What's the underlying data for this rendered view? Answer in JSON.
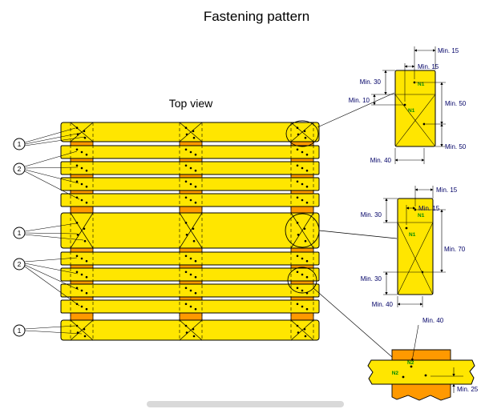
{
  "title": "Fastening pattern",
  "top_view_label": "Top view",
  "callouts": [
    {
      "n": "1"
    },
    {
      "n": "2"
    },
    {
      "n": "1"
    },
    {
      "n": "2"
    },
    {
      "n": "1"
    }
  ],
  "details": {
    "corner": {
      "dims": {
        "d1": "Min. 15",
        "d2": "Min. 15",
        "d3": "Min. 30",
        "d4": "Min. 10",
        "d5": "Min. 50",
        "d6": "Min. 50",
        "d7": "Min. 40"
      },
      "nails": {
        "a": "N1",
        "b": "N1"
      }
    },
    "middle": {
      "dims": {
        "d1": "Min. 15",
        "d2": "Min. 15",
        "d3": "Min. 30",
        "d4": "Min. 70",
        "d5": "Min. 30",
        "d6": "Min. 40"
      },
      "nails": {
        "a": "N1",
        "b": "N1"
      }
    },
    "block": {
      "dims": {
        "d1": "Min. 40",
        "d2": "Min. 25"
      },
      "nails": {
        "a": "N2",
        "b": "N2"
      }
    }
  },
  "colors": {
    "board": "#ffe600",
    "block": "#ff9900",
    "dim_text": "#000066",
    "nail_label": "#008a00",
    "outline": "#000000",
    "scrollbar": "#d9d9d9"
  }
}
